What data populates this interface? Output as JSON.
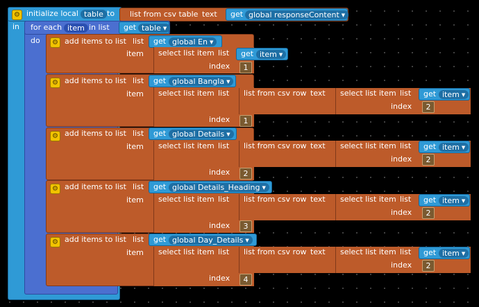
{
  "initialize": {
    "label": "initialize local",
    "var": "table",
    "to": "to",
    "in": "in"
  },
  "csv_table": {
    "label": "list from csv table",
    "text": "text"
  },
  "get_response": {
    "get": "get",
    "var": "global responseContent"
  },
  "foreach": {
    "label": "for each",
    "var": "item",
    "in_list": "in list",
    "do": "do"
  },
  "get_table": {
    "get": "get",
    "var": "table"
  },
  "common": {
    "add_items": "add items to list",
    "list": "list",
    "item": "item",
    "index": "index",
    "select": "select list item",
    "csv_row": "list from csv row",
    "text": "text",
    "get": "get",
    "item_var": "item"
  },
  "blocks": [
    {
      "target": "global En",
      "index": "1",
      "inner_index": ""
    },
    {
      "target": "global Bangla",
      "index": "1",
      "inner_index": "2"
    },
    {
      "target": "global Details",
      "index": "2",
      "inner_index": "2"
    },
    {
      "target": "global Details_Heading",
      "index": "3",
      "inner_index": "2"
    },
    {
      "target": "global Day_Details",
      "index": "4",
      "inner_index": "2"
    }
  ],
  "colors": {
    "variable_blue": "#2f9ad6",
    "list_orange": "#bd5b2a",
    "control_blue": "#4b6fd0",
    "math_brown": "#7a5a30",
    "gear_yellow": "#f2c300"
  }
}
